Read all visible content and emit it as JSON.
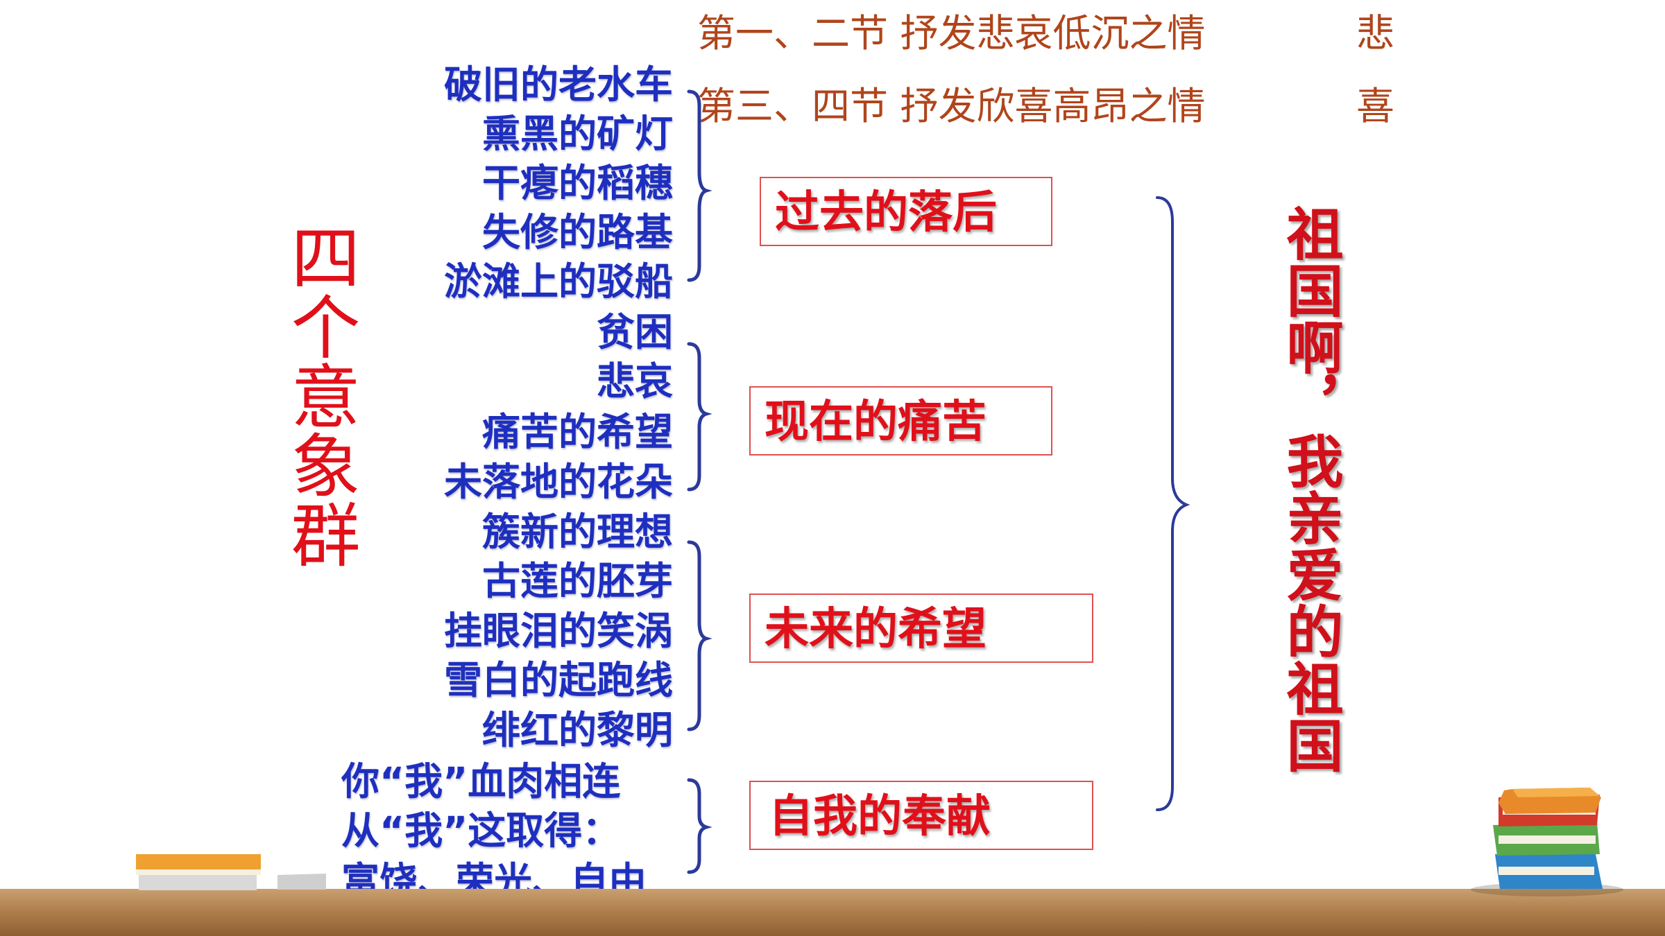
{
  "sections": [
    {
      "label": "第一、二节  抒发悲哀低沉之情",
      "emotion": "悲"
    },
    {
      "label": "第三、四节  抒发欣喜高昂之情",
      "emotion": "喜"
    }
  ],
  "title_left": "四个意象群",
  "image_groups": [
    {
      "items": [
        "破旧的老水车",
        "熏黑的矿灯",
        "干瘪的稻穗",
        "失修的路基",
        "淤滩上的驳船"
      ],
      "theme": "过去的落后"
    },
    {
      "items": [
        "贫困",
        "悲哀",
        "痛苦的希望",
        "未落地的花朵"
      ],
      "theme": "现在的痛苦"
    },
    {
      "items": [
        "簇新的理想",
        "古莲的胚芽",
        "挂眼泪的笑涡",
        "雪白的起跑线",
        "绯红的黎明"
      ],
      "theme": "未来的希望"
    },
    {
      "items": [
        "你“我”血肉相连",
        "从“我”这取得：",
        "富饶、荣光、自由"
      ],
      "theme": "自我的奉献"
    }
  ],
  "motto": "祖国啊，我亲爱的祖国",
  "colors": {
    "section_text": "#b0451b",
    "image_text": "#1e2fbf",
    "theme_text": "#e0101a",
    "brace": "#2b3a9a",
    "floor": "#b0804e"
  }
}
